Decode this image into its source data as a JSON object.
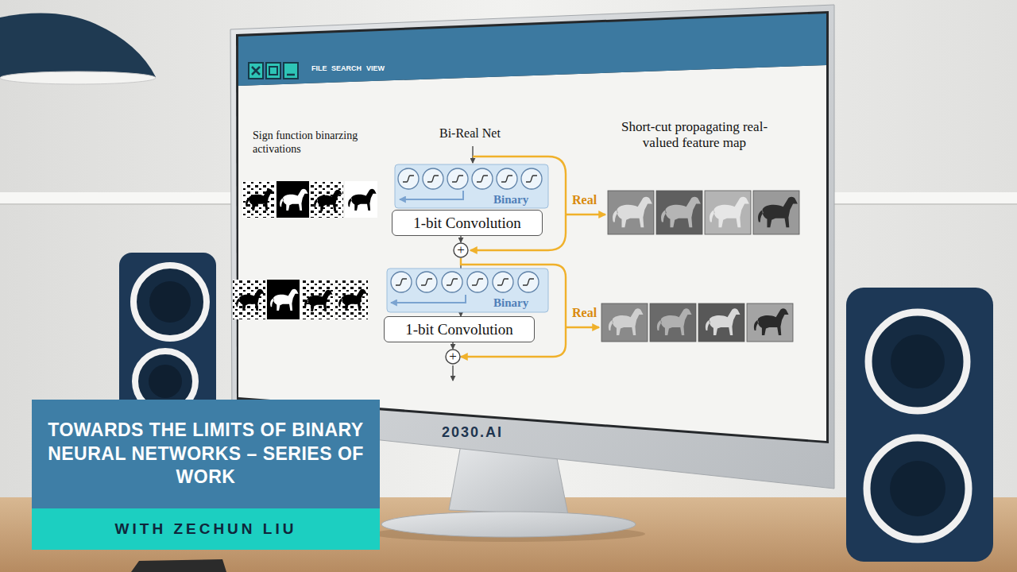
{
  "diagram": {
    "title": "TOWARDS THE LIMITS OF BINARY NEURAL NETWORKS – SERIES OF WORK",
    "nodes": [
      {
        "text": [
          "1-bit Convolution"
        ]
      },
      {
        "text": [
          "+"
        ]
      },
      {
        "text": [
          "1-bit Convolution"
        ]
      },
      {
        "text": [
          "+"
        ]
      }
    ],
    "edges": [
      {
        "from": 0,
        "to": 1,
        "arrow": "to"
      },
      {
        "from": 1,
        "to": 2,
        "arrow": "to"
      },
      {
        "from": 1,
        "to": 3,
        "label": "Real",
        "arrow": "to"
      },
      {
        "from": 2,
        "to": 3,
        "arrow": "to"
      }
    ],
    "labels": [
      "WITH ZECHUN LIU",
      "FILE",
      "SEARCH",
      "VIEW",
      "Sign function binarzing activations",
      "Bi-Real Net",
      "Short-cut propagating real-valued feature map",
      "Binary",
      "Real",
      "Binary",
      "2030.AI"
    ]
  }
}
